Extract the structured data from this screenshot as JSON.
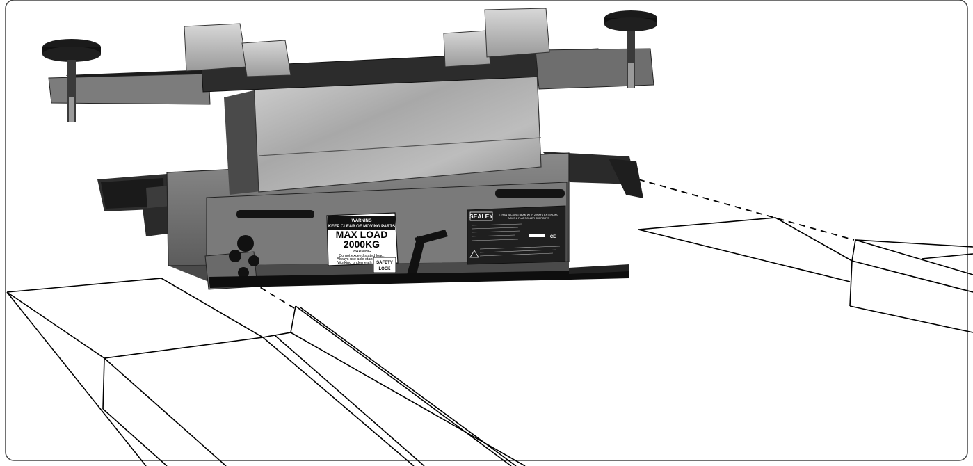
{
  "warning_label": {
    "heading": "WARNING",
    "subheading": "KEEP CLEAR OF MOVING PARTS",
    "max_load_title": "MAX LOAD",
    "max_load_value": "2000KG",
    "warning2": "WARNING",
    "line1": "Do not exceed stated load.",
    "line2": "Always use axle stands when",
    "line3": "Working underneath vehicle."
  },
  "brand_label": {
    "brand": "SEALEY",
    "title_line1": "ETHAN JACKING BEAM WITH 2 WAYS EXTENDING",
    "title_line2": "ARMS & FLAT ROLLER SUPPORTS",
    "ce_mark": "CE"
  },
  "safety_lock": {
    "line1": "SAFETY",
    "line2": "LOCK"
  },
  "colors": {
    "line": "#000000",
    "steel_light": "#c6c6c6",
    "steel_dark": "#3a3a3a",
    "frame": "#6e6e6e",
    "paper": "#ffffff"
  }
}
